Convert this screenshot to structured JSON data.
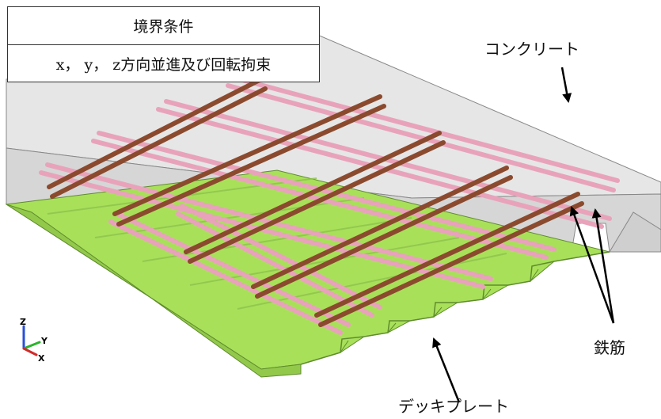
{
  "boundary_table": {
    "header": "境界条件",
    "value": "x， y， z方向並進及び回転拘束"
  },
  "labels": {
    "concrete": "コンクリート",
    "rebar": "鉄筋",
    "deck_plate": "デッキプレート"
  },
  "axes": {
    "z": "Z",
    "y": "Y",
    "x": "X"
  },
  "colors": {
    "concrete": "#e3e3e3",
    "deck": "#a8e05a",
    "rebar_dark": "#8b4a2e",
    "rebar_light": "#e8a3bb"
  }
}
